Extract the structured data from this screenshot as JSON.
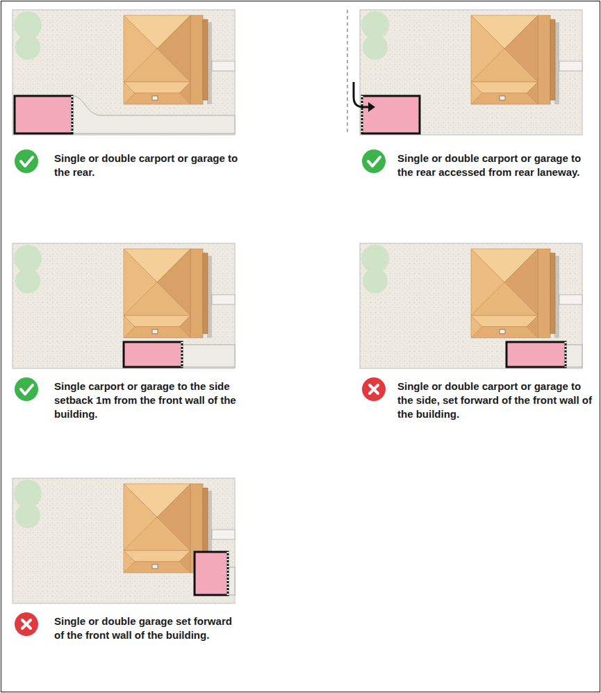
{
  "diagram": {
    "labels": [
      "Single or double carport or garage to the rear.",
      "Single or double carport or garage to the rear accessed from rear laneway.",
      "Single carport or garage to the side setback 1m from the front wall of the building.",
      "Single or double carport or garage to the side, set forward of the front wall of the building.",
      "Single or double garage set forward of the front wall of the building."
    ]
  }
}
